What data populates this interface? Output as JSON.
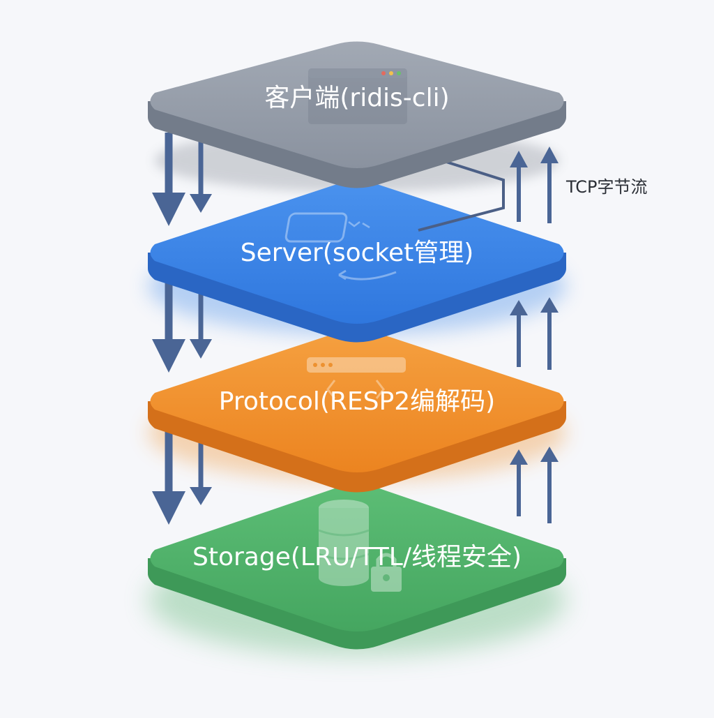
{
  "layers": [
    {
      "id": "client",
      "label": "客户端(ridis-cli)",
      "color": "#8e96a3",
      "side": "#6f7886"
    },
    {
      "id": "server",
      "label": "Server(socket管理)",
      "color": "#3b86e8",
      "side": "#2a66c4"
    },
    {
      "id": "protocol",
      "label": "Protocol(RESP2编解码)",
      "color": "#f08f2a",
      "side": "#cf6d12"
    },
    {
      "id": "storage",
      "label": "Storage(LRU/TTL/线程安全)",
      "color": "#4fb069",
      "side": "#368d50"
    }
  ],
  "annotations": {
    "tcp": "TCP字节流"
  },
  "colors": {
    "down_arrow": "#4a6595",
    "up_arrow": "#4a6595",
    "connector": "#4b5f86"
  },
  "icons": {
    "client": "browser-window-icon",
    "server": "chip-icon",
    "protocol": "code-icon",
    "storage": "database-lock-icon"
  }
}
